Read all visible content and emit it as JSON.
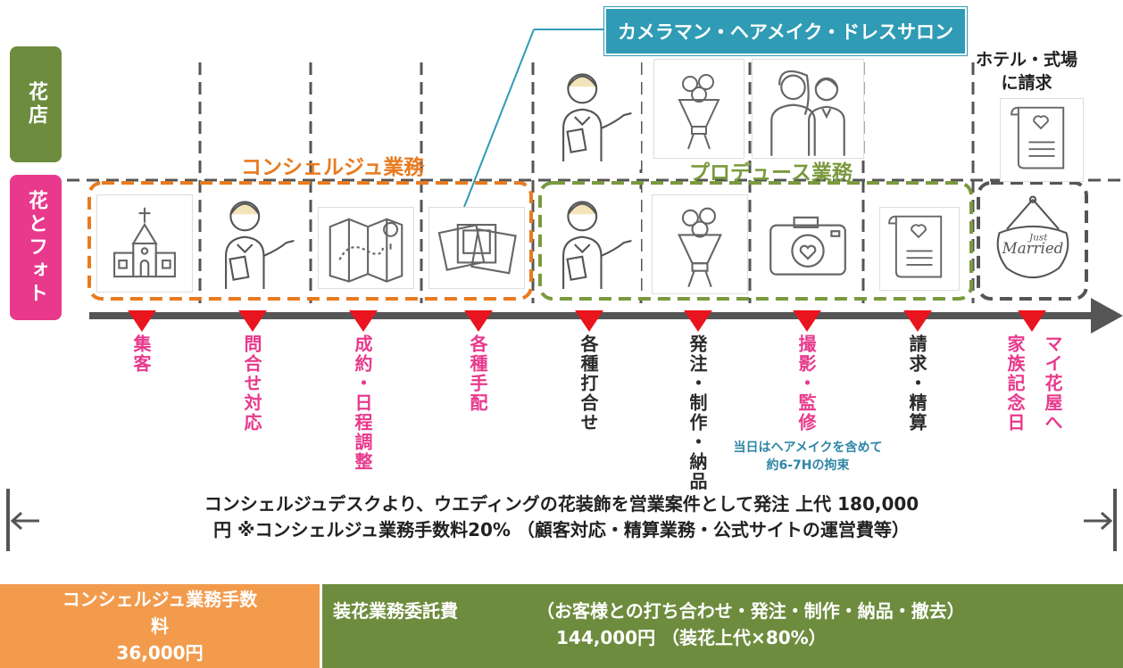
{
  "rows": {
    "florist": "花店",
    "hanatofoto": "花とフォト"
  },
  "callout": "カメラマン・ヘアメイク・ドレスサロン",
  "hotel_label": "ホテル・式場\nに請求",
  "groups": {
    "concierge": "コンシェルジュ業務",
    "produce": "プロデュース業務"
  },
  "icons": [
    "church-icon",
    "concierge-woman-icon",
    "map-icon",
    "photos-icon",
    "concierge-woman-icon",
    "bouquet-icon",
    "camera-icon",
    "invoice-icon",
    "just-married-sign-icon",
    "bouquet-icon",
    "couple-icon",
    "invoice-icon",
    "concierge-woman-icon"
  ],
  "steps": [
    {
      "label": "集客",
      "color": "pink"
    },
    {
      "label": "問合せ対応",
      "color": "pink"
    },
    {
      "label": "成約・日程調整",
      "color": "pink"
    },
    {
      "label": "各種手配",
      "color": "pink"
    },
    {
      "label": "各種打合せ",
      "color": "dark"
    },
    {
      "label": "発注・制作・納品",
      "color": "dark"
    },
    {
      "label": "撮影・監修",
      "color": "pink"
    },
    {
      "label": "請求・精算",
      "color": "dark"
    },
    {
      "label": "家族記念日",
      "color": "pink"
    },
    {
      "label": "マイ花屋へ",
      "color": "pink"
    }
  ],
  "shoot_note": "当日はヘアメイクを含めて\n約6-7Hの拘束",
  "description": "コンシェルジュデスクより、ウエディングの花装飾を営業案件として発注 上代 180,000\n円 ※コンシェルジュ業務手数料20% （顧客対応・精算業務・公式サイトの運営費等）",
  "fees": {
    "left_title_1": "コンシェルジュ業務手数",
    "left_title_2": "料",
    "left_amount": "36,000円",
    "right_title": "装花業務委託費",
    "right_detail": "（お客様との打ち合わせ・発注・制作・納品・撤去）",
    "right_amount": "144,000円 （装花上代×80%）"
  },
  "colors": {
    "florist_green": "#6e8c3e",
    "pink": "#e8398c",
    "orange": "#e87a1f",
    "teal": "#2f9bb5",
    "marker_red": "#e8141e",
    "fee_orange": "#f29b4d"
  }
}
